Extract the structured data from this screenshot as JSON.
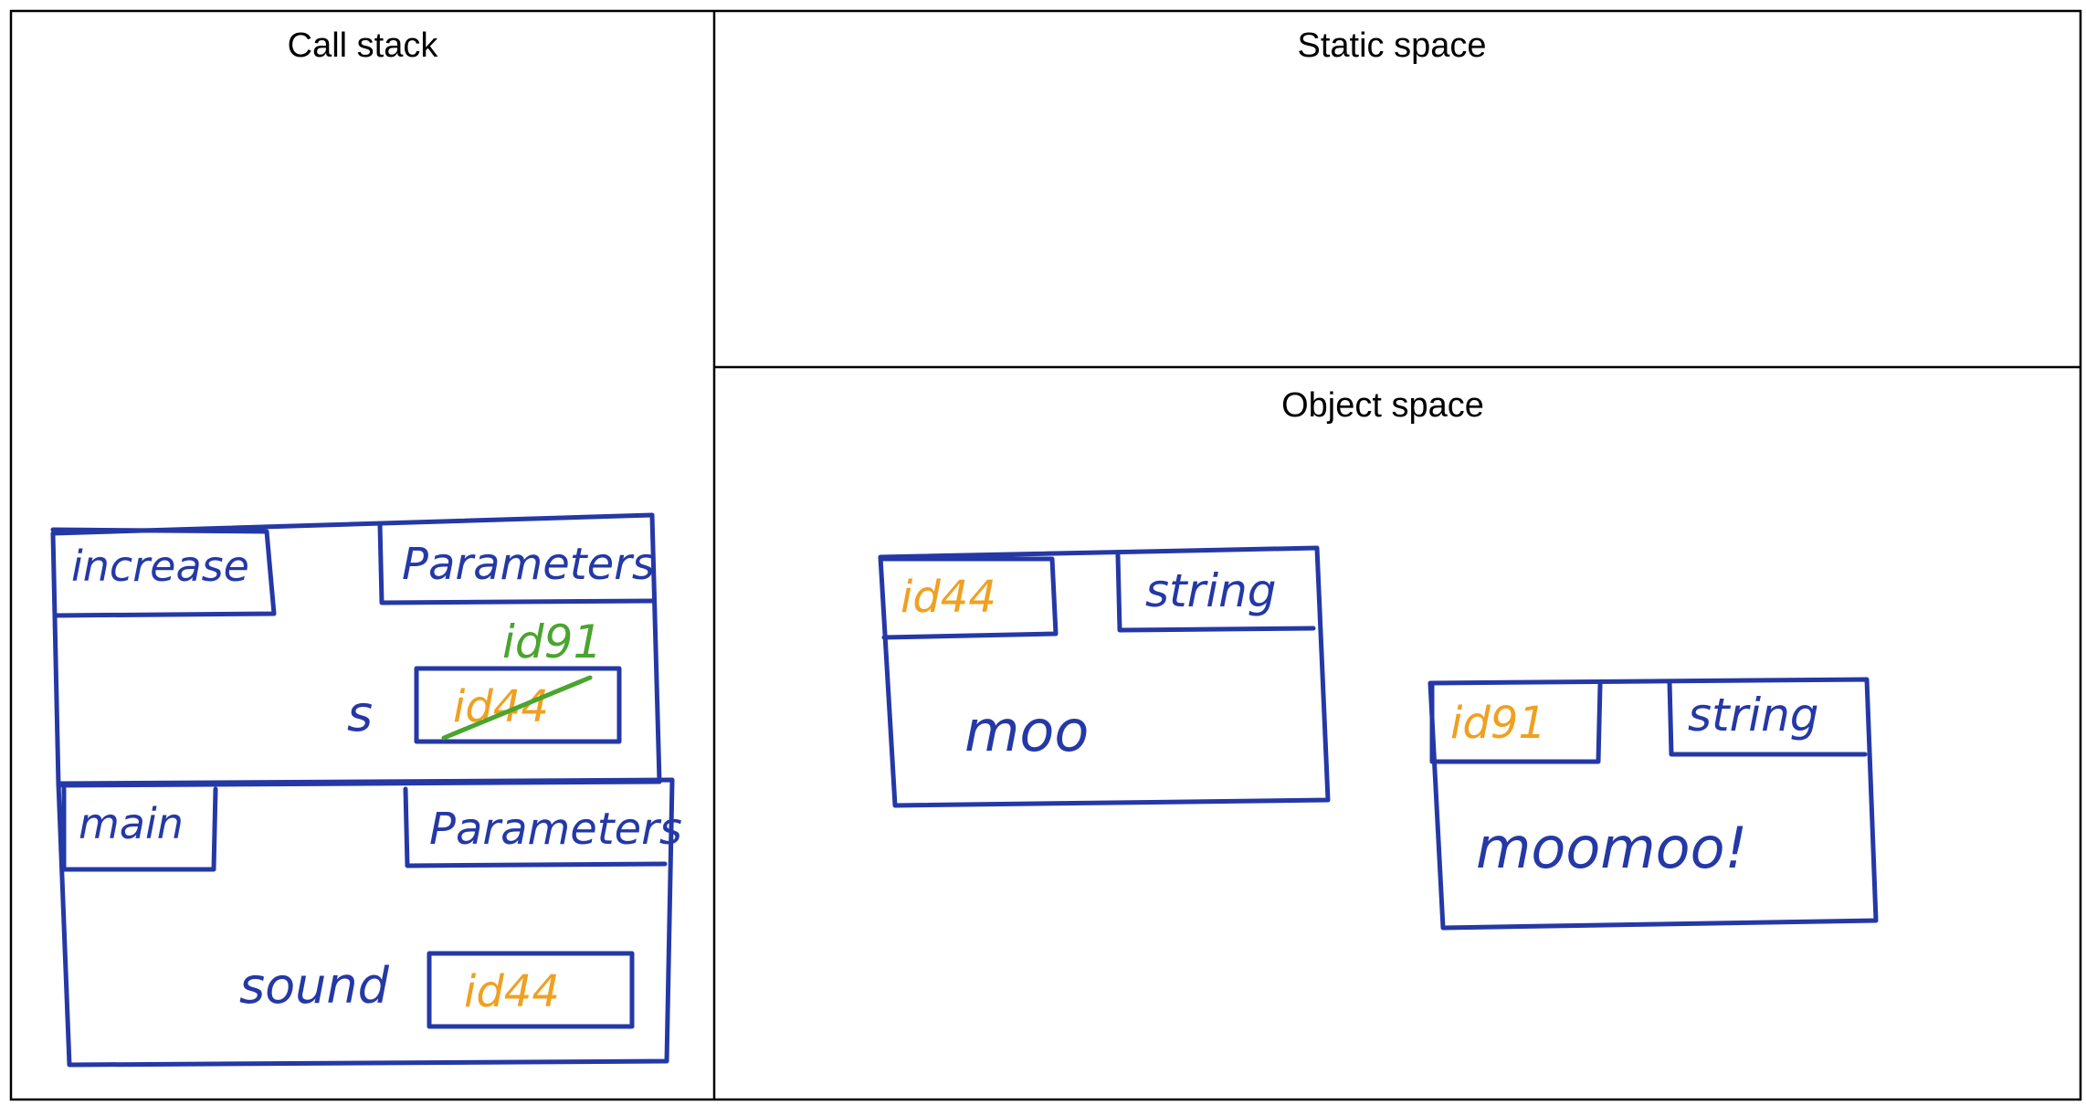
{
  "sections": {
    "call_stack": "Call stack",
    "static_space": "Static space",
    "object_space": "Object space"
  },
  "frames": {
    "increase": {
      "name": "increase",
      "parameters_label": "Parameters",
      "variable": "s",
      "old_value": "id44",
      "new_value": "id91"
    },
    "main": {
      "name": "main",
      "parameters_label": "Parameters",
      "variable": "sound",
      "value": "id44"
    }
  },
  "objects": {
    "obj1": {
      "id": "id44",
      "type": "string",
      "value": "moo"
    },
    "obj2": {
      "id": "id91",
      "type": "string",
      "value": "moomoo!"
    }
  },
  "colors": {
    "ink_blue": "#2438a6",
    "id_orange": "#f0a020",
    "update_green": "#4aa52e",
    "border": "#000000"
  }
}
